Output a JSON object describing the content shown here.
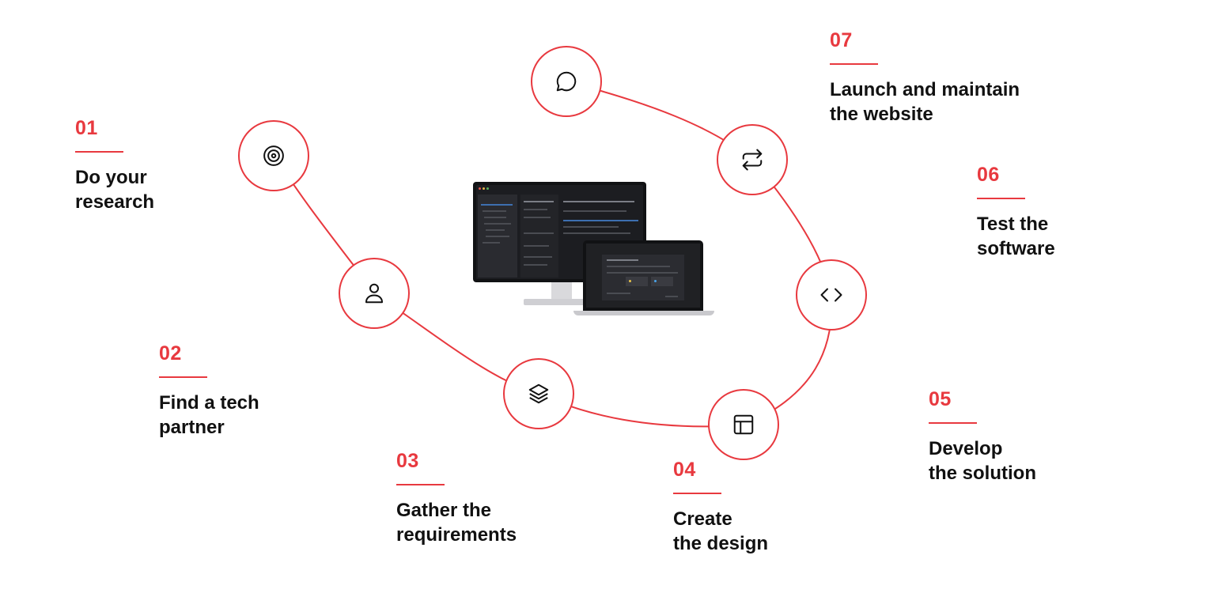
{
  "colors": {
    "accent": "#e8393f",
    "text": "#111111",
    "background": "#ffffff"
  },
  "steps": [
    {
      "number": "01",
      "title": "Do your\nresearch",
      "icon": "target-icon"
    },
    {
      "number": "02",
      "title": "Find a tech\npartner",
      "icon": "user-icon"
    },
    {
      "number": "03",
      "title": "Gather the\nrequirements",
      "icon": "layers-icon"
    },
    {
      "number": "04",
      "title": "Create\nthe design",
      "icon": "layout-icon"
    },
    {
      "number": "05",
      "title": "Develop\nthe solution",
      "icon": "code-icon"
    },
    {
      "number": "06",
      "title": "Test the\nsoftware",
      "icon": "repeat-icon"
    },
    {
      "number": "07",
      "title": "Launch and maintain\nthe website",
      "icon": "chat-bubble-icon"
    }
  ]
}
